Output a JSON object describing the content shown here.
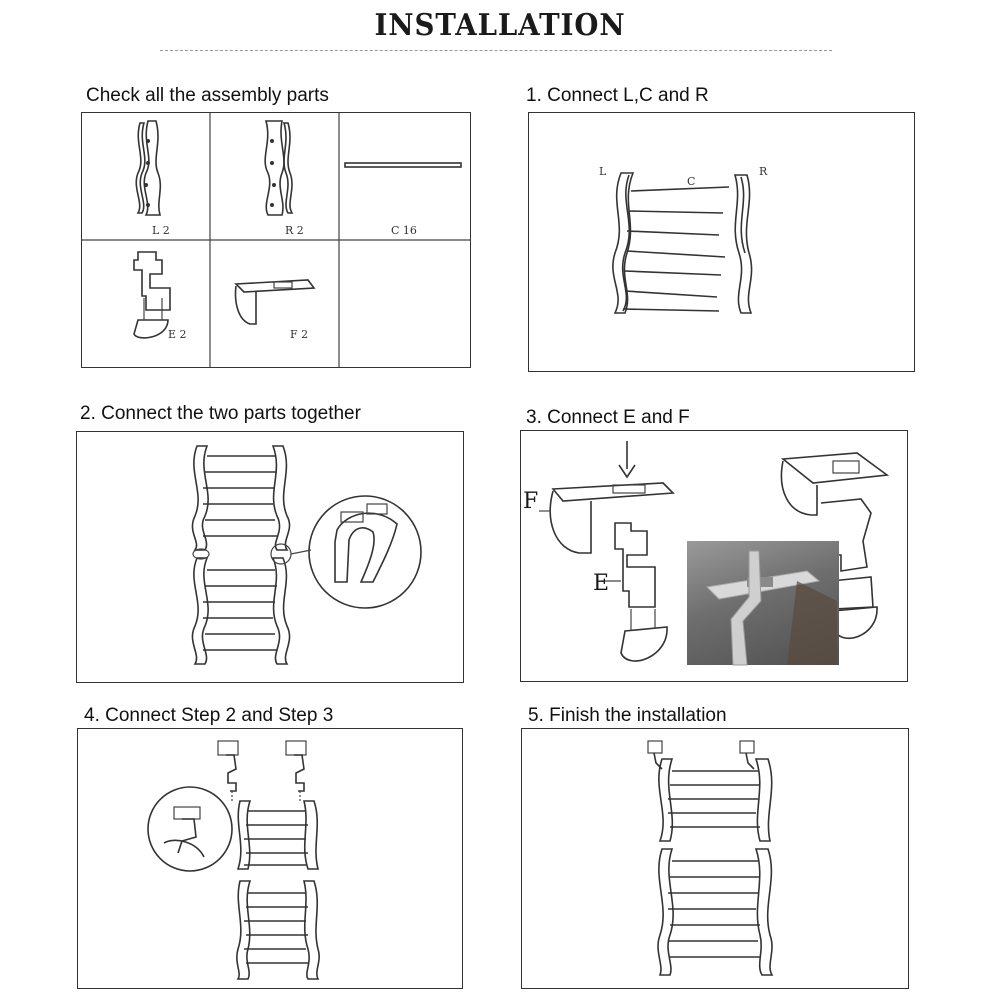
{
  "page": {
    "title": "INSTALLATION"
  },
  "sections": {
    "parts": {
      "heading": "Check all the assembly parts",
      "items": [
        {
          "label": "L 2",
          "icon": "left-frame-icon"
        },
        {
          "label": "R 2",
          "icon": "right-frame-icon"
        },
        {
          "label": "C 16",
          "icon": "connector-rod-icon"
        },
        {
          "label": "E 2",
          "icon": "bracket-e-icon"
        },
        {
          "label": "F 2",
          "icon": "hook-f-icon"
        }
      ]
    },
    "step1": {
      "heading": "1. Connect L,C and R",
      "labels": {
        "l": "L",
        "c": "C",
        "r": "R"
      }
    },
    "step2": {
      "heading": "2. Connect the two parts together"
    },
    "step3": {
      "heading": "3. Connect E and F",
      "labels": {
        "f": "F",
        "e": "E"
      }
    },
    "step4": {
      "heading": "4. Connect Step 2 and Step 3"
    },
    "step5": {
      "heading": "5. Finish the installation"
    }
  }
}
